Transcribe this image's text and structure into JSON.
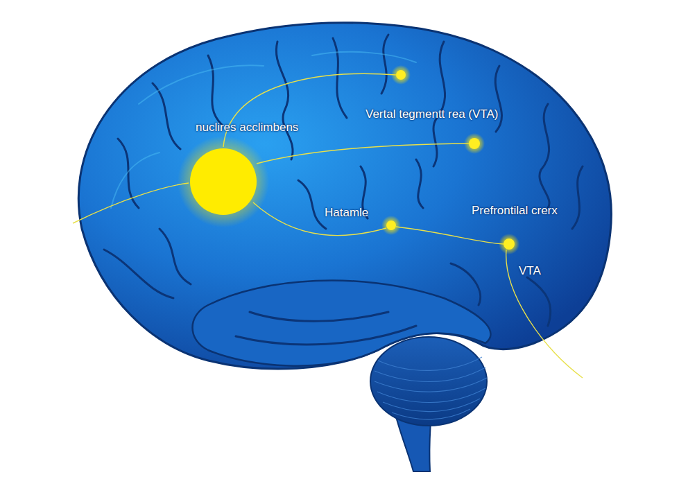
{
  "diagram": {
    "labels": [
      "nuclires acclimbens",
      "Vertal tegmentt rea (VTA)",
      "Hatamle",
      "Prefrontilal crerx",
      "VTA"
    ]
  }
}
